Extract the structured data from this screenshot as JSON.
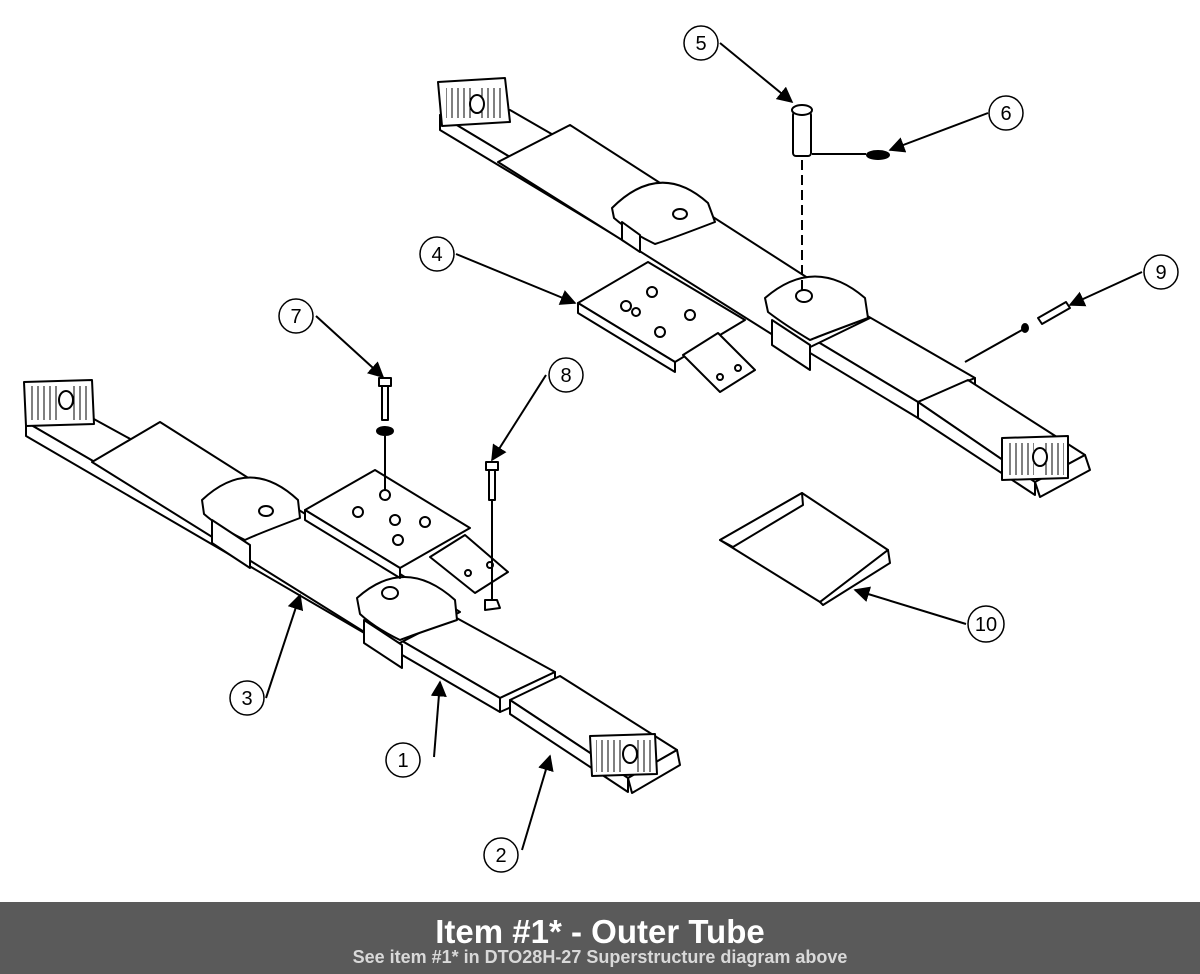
{
  "caption": {
    "title": "Item #1* - Outer Tube",
    "subtitle": "See item #1* in DTO28H-27 Superstructure diagram above"
  },
  "callouts": [
    "1",
    "2",
    "3",
    "4",
    "5",
    "6",
    "7",
    "8",
    "9",
    "10"
  ]
}
